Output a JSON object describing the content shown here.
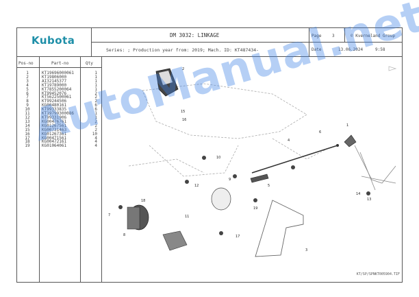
{
  "header": {
    "logo_text": "Kubota",
    "title": "DM 3032: LINKAGE",
    "series_line": "Series: ; Production year from: 2019; Mach. ID: KT487434-",
    "page_label": "Page",
    "page_number": "3",
    "copyright": "© Kverneland Group",
    "date_label": "Date",
    "date_value": "13.06.2024",
    "time_value": "9:58"
  },
  "table": {
    "col_pos": "Pos-no",
    "col_part": "Part-no",
    "col_qty": "Qty",
    "rows": [
      {
        "pos": "1",
        "part": "KT19696000061",
        "qty": "1"
      },
      {
        "pos": "2",
        "part": "KT19806000",
        "qty": "1"
      },
      {
        "pos": "3",
        "part": "AI32145377",
        "qty": "1"
      },
      {
        "pos": "4",
        "part": "KT19789000",
        "qty": "1"
      },
      {
        "pos": "5",
        "part": "KT7855200064",
        "qty": "1"
      },
      {
        "pos": "6",
        "part": "KT99452076",
        "qty": "2"
      },
      {
        "pos": "7",
        "part": "KT5622500061",
        "qty": "2"
      },
      {
        "pos": "8",
        "part": "KT99244506",
        "qty": "2"
      },
      {
        "pos": "9",
        "part": "KG00480161",
        "qty": "6"
      },
      {
        "pos": "10",
        "part": "KT99333835",
        "qty": "6"
      },
      {
        "pos": "11",
        "part": "KT19799300086",
        "qty": "1"
      },
      {
        "pos": "12",
        "part": "KT99331906",
        "qty": "1"
      },
      {
        "pos": "13",
        "part": "KG00476761",
        "qty": "2"
      },
      {
        "pos": "14",
        "part": "KG01267561",
        "qty": "2"
      },
      {
        "pos": "15",
        "part": "KG00731463",
        "qty": "2"
      },
      {
        "pos": "16",
        "part": "KG01267361",
        "qty": "10"
      },
      {
        "pos": "17",
        "part": "KG00471561",
        "qty": "4"
      },
      {
        "pos": "18",
        "part": "KG00472161",
        "qty": "4"
      },
      {
        "pos": "19",
        "part": "KG01064061",
        "qty": "4"
      }
    ]
  },
  "watermark": "AutoManual.net",
  "footer_code": "KT/SP/SPNKT005904.TIF",
  "callouts": [
    "1",
    "2",
    "3",
    "4",
    "5",
    "6",
    "7",
    "8",
    "9",
    "10",
    "11",
    "12",
    "13",
    "14",
    "15",
    "16",
    "17",
    "18",
    "19"
  ]
}
